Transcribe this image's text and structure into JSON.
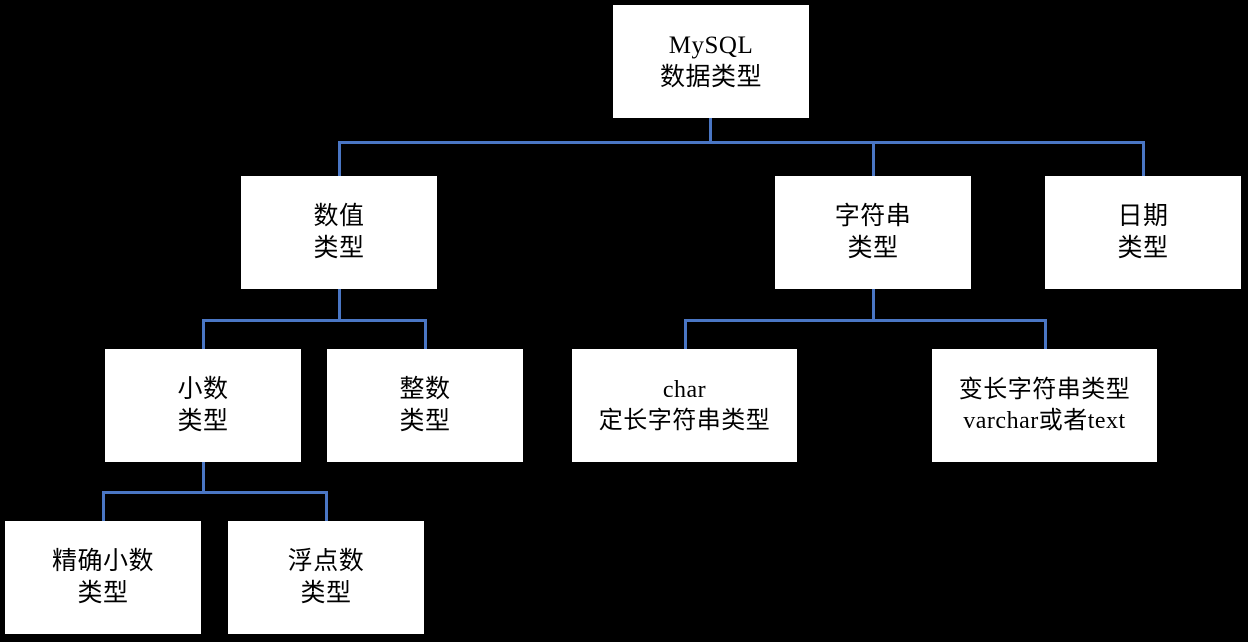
{
  "diagram": {
    "title": "MySQL 数据类型",
    "connector_color": "#4a76c4",
    "node_fill": "#ffffff",
    "background": "#000000",
    "nodes": {
      "root": {
        "line1": "MySQL",
        "line2": "数据类型"
      },
      "numeric": {
        "line1": "数值",
        "line2": "类型"
      },
      "string": {
        "line1": "字符串",
        "line2": "类型"
      },
      "date": {
        "line1": "日期",
        "line2": "类型"
      },
      "decimal": {
        "line1": "小数",
        "line2": "类型"
      },
      "integer": {
        "line1": "整数",
        "line2": "类型"
      },
      "char": {
        "line1": "char",
        "line2": "定长字符串类型"
      },
      "varchar": {
        "line1": "变长字符串类型",
        "line2": "varchar或者text"
      },
      "exact_decimal": {
        "line1": "精确小数",
        "line2": "类型"
      },
      "float": {
        "line1": "浮点数",
        "line2": "类型"
      }
    }
  }
}
